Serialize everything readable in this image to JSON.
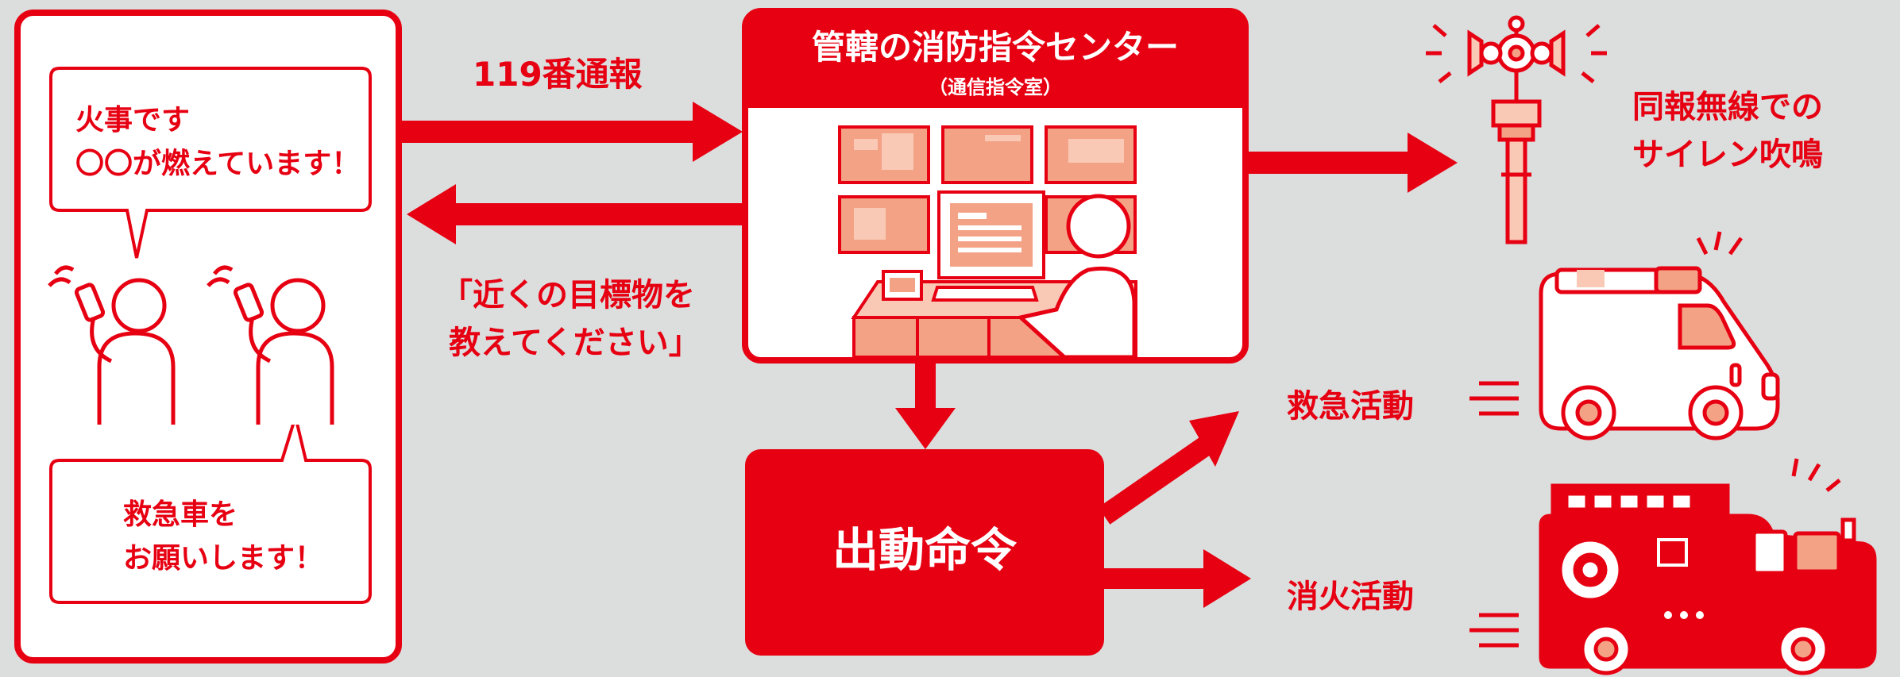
{
  "colors": {
    "red": "#e60012",
    "background": "#dcdddd",
    "white": "#ffffff",
    "salmon": "#f4a285",
    "light_salmon": "#f9c9b5"
  },
  "callers": {
    "bubble_top_line1": "火事です",
    "bubble_top_line2": "〇〇が燃えています！",
    "bubble_bottom_line1": "救急車を",
    "bubble_bottom_line2": "お願いします！"
  },
  "arrows": {
    "report_label": "119番通報",
    "request_line1": "「近くの目標物を",
    "request_line2": "教えてください」"
  },
  "center": {
    "title": "管轄の消防指令センター",
    "subtitle": "（通信指令室）"
  },
  "dispatch": {
    "label": "出動命令"
  },
  "outcomes": {
    "siren_line1": "同報無線での",
    "siren_line2": "サイレン吹鳴",
    "ambulance": "救急活動",
    "firefighting": "消火活動"
  },
  "icons": [
    "person-caller-icon",
    "phone-icon",
    "monitor-wall-icon",
    "operator-icon",
    "siren-tower-icon",
    "ambulance-icon",
    "fire-truck-icon"
  ]
}
